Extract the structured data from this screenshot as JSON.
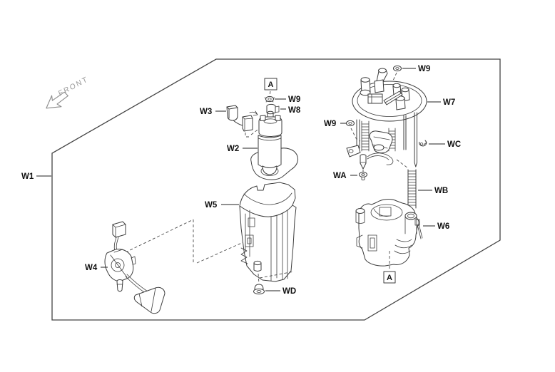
{
  "colors": {
    "background": "#ffffff",
    "line_art": "#3c3c3c",
    "label_text": "#111111",
    "front_text": "#9a9a9a"
  },
  "orientation": {
    "front": "FRONT"
  },
  "detail_marker": {
    "text": "A"
  },
  "part_labels": {
    "w1": "W1",
    "w2": "W2",
    "w3": "W3",
    "w4": "W4",
    "w5": "W5",
    "w6": "W6",
    "w7": "W7",
    "w8": "W8",
    "w9": "W9",
    "wa": "WA",
    "wb": "WB",
    "wc": "WC",
    "wd": "WD"
  }
}
